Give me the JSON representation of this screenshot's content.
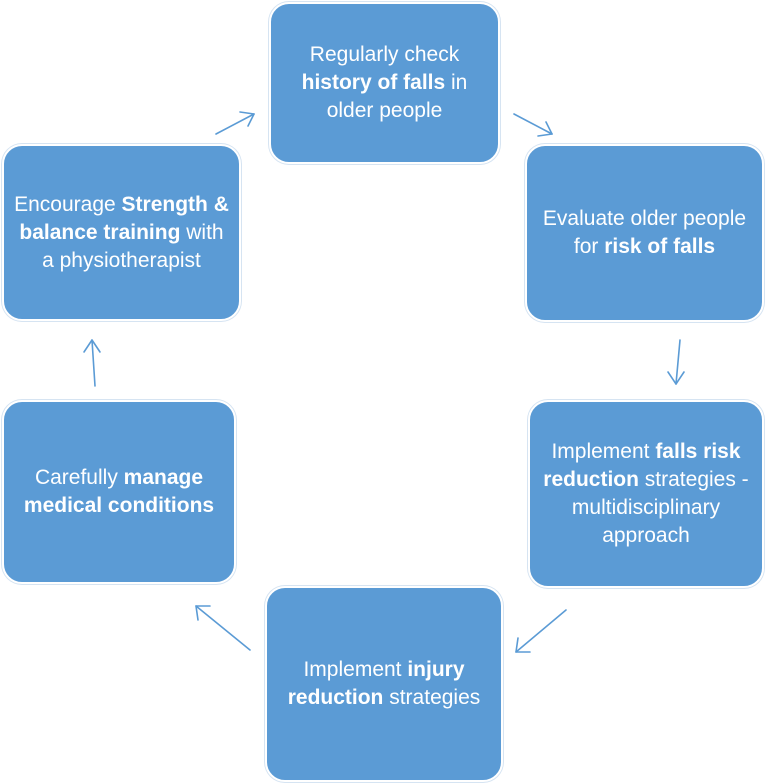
{
  "accent_color": "#5b9bd5",
  "steps": [
    {
      "pre": "Regularly check ",
      "bold": "history of falls",
      "post": " in older people"
    },
    {
      "pre": "Evaluate older people for ",
      "bold": "risk of falls",
      "post": ""
    },
    {
      "pre": "Implement ",
      "bold": "falls risk reduction",
      "post": " strategies - multidisciplinary approach"
    },
    {
      "pre": "Implement ",
      "bold": "injury reduction",
      "post": " strategies"
    },
    {
      "pre": "Carefully ",
      "bold": "manage medical conditions",
      "post": ""
    },
    {
      "pre": "Encourage ",
      "bold": "Strength & balance training",
      "post": " with a physiotherapist"
    }
  ],
  "arrows": [
    {
      "from": "step-1",
      "to": "step-2"
    },
    {
      "from": "step-2",
      "to": "step-3"
    },
    {
      "from": "step-3",
      "to": "step-4"
    },
    {
      "from": "step-4",
      "to": "step-5"
    },
    {
      "from": "step-5",
      "to": "step-6"
    },
    {
      "from": "step-6",
      "to": "step-1"
    }
  ]
}
